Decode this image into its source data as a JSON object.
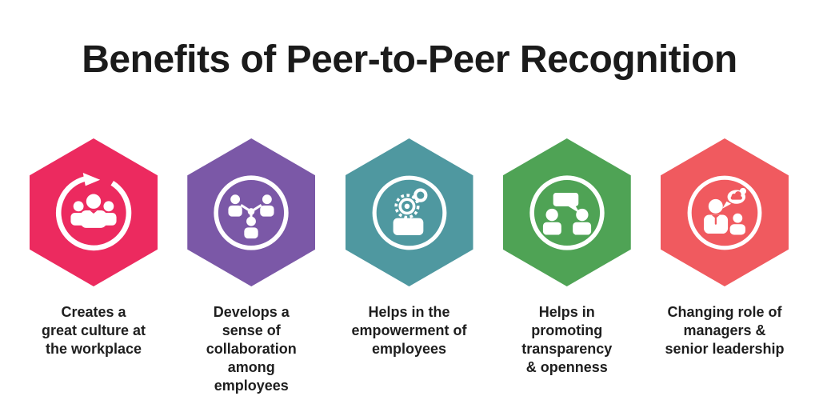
{
  "title": "Benefits of Peer-to-Peer Recognition",
  "background_color": "#ffffff",
  "text_color": "#1b1b1b",
  "icon_color": "#ffffff",
  "benefits": [
    {
      "label": "Creates a\ngreat culture at\nthe workplace",
      "color": "#EC2A5F",
      "icon": "team-refresh-icon"
    },
    {
      "label": "Develops a\nsense of\ncollaboration\namong\nemployees",
      "color": "#7B58A7",
      "icon": "people-network-icon"
    },
    {
      "label": "Helps in the\nempowerment of\nemployees",
      "color": "#4F98A0",
      "icon": "gear-person-icon"
    },
    {
      "label": "Helps in\npromoting\ntransparency\n& openness",
      "color": "#4FA355",
      "icon": "conversation-icon"
    },
    {
      "label": "Changing role of\nmanagers &\nsenior leadership",
      "color": "#F05A5F",
      "icon": "manager-speech-icon"
    }
  ]
}
